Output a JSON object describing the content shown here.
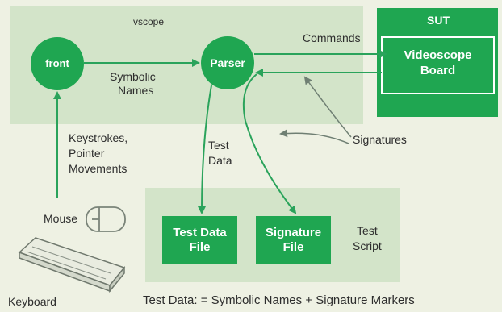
{
  "diagram": {
    "vscope_label": "vscope",
    "sut_label": "SUT",
    "front_label": "front",
    "parser_label": "Parser",
    "videoscope_board": [
      "Videoscope",
      "Board"
    ],
    "commands_label": "Commands",
    "symbolic_names": [
      "Symbolic",
      "Names"
    ],
    "keystrokes_label": [
      "Keystrokes,",
      "Pointer",
      "Movements"
    ],
    "test_data_label": [
      "Test",
      "Data"
    ],
    "signatures_label": "Signatures",
    "test_data_file": [
      "Test Data",
      "File"
    ],
    "signature_file": [
      "Signature",
      "File"
    ],
    "test_script_label": [
      "Test",
      "Script"
    ],
    "mouse_label": "Mouse",
    "keyboard_label": "Keyboard",
    "footer_equation": "Test Data: = Symbolic Names + Signature Markers"
  },
  "colors": {
    "background": "#eef1e3",
    "panel": "#d3e4c9",
    "green": "#1fa651",
    "arrow": "#2aa35b"
  }
}
